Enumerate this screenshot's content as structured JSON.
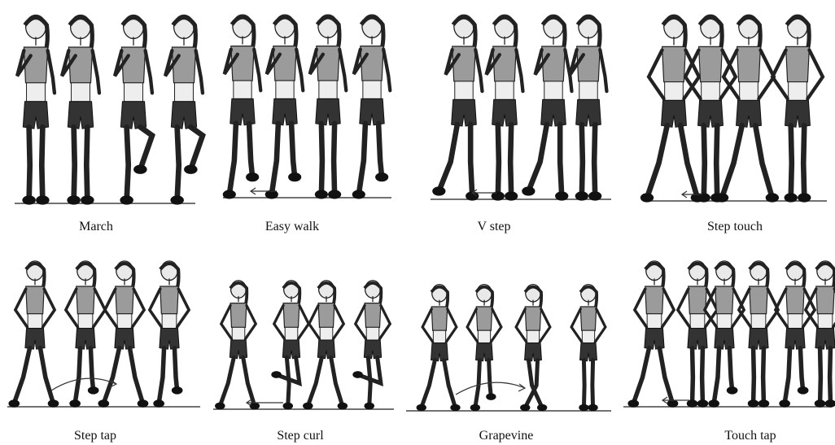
{
  "steps": [
    {
      "label": "March"
    },
    {
      "label": "Easy walk"
    },
    {
      "label": "V step"
    },
    {
      "label": "Step touch"
    },
    {
      "label": "Step tap"
    },
    {
      "label": "Step curl"
    },
    {
      "label": "Grapevine"
    },
    {
      "label": "Touch tap"
    }
  ]
}
